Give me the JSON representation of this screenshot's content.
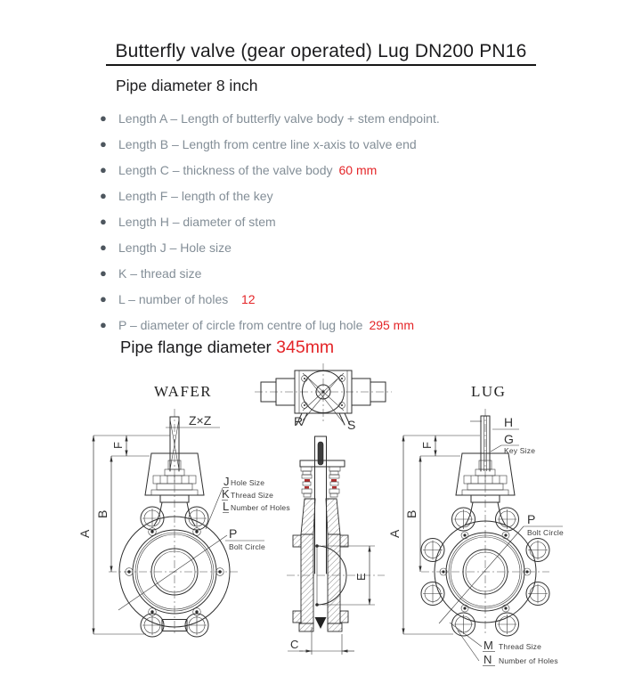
{
  "doc": {
    "title": "Butterfly valve (gear operated) Lug DN200 PN16",
    "subtitle": "Pipe diameter 8 inch",
    "flange": {
      "label": "Pipe flange diameter",
      "value": "345mm"
    }
  },
  "bullets": [
    {
      "text": "Length A – Length of butterfly valve body + stem endpoint.",
      "value": ""
    },
    {
      "text": "Length B – Length from centre line x-axis to valve end",
      "value": ""
    },
    {
      "text": "Length C – thickness of the valve body",
      "value": "60 mm"
    },
    {
      "text": "Length F – length of the key",
      "value": ""
    },
    {
      "text": "Length H – diameter of stem",
      "value": ""
    },
    {
      "text": "Length J – Hole size",
      "value": ""
    },
    {
      "text": "K – thread size",
      "value": ""
    },
    {
      "text": "L – number of holes",
      "value": "  12"
    },
    {
      "text": "P – diameter of circle from centre of lug hole",
      "value": "295 mm"
    }
  ],
  "drawing": {
    "topview": {
      "r": "R",
      "s": "S"
    },
    "wafer": {
      "title": "WAFER",
      "stem_label": "Z×Z",
      "dim_a": "A",
      "dim_b": "B",
      "dim_f": "F",
      "callout_j": {
        "key": "J",
        "text": "Hole Size"
      },
      "callout_k": {
        "key": "K",
        "text": "Thread Size"
      },
      "callout_l": {
        "key": "L",
        "text": "Number of Holes"
      },
      "bolt_circle": {
        "key": "P",
        "text": "Bolt Circle"
      }
    },
    "section": {
      "dim_e": "E",
      "dim_c": "C"
    },
    "lug": {
      "title": "LUG",
      "dim_a": "A",
      "dim_b": "B",
      "dim_f": "F",
      "dim_h": "H",
      "key_size": {
        "key": "G",
        "text": "Key Size"
      },
      "bolt_circle": {
        "key": "P",
        "text": "Bolt Circle"
      },
      "callout_m": {
        "key": "M",
        "text": "Thread Size"
      },
      "callout_n": {
        "key": "N",
        "text": "Number of Holes"
      }
    }
  },
  "colors": {
    "accent_red": "#e42528",
    "body_text_gray": "#838e97",
    "ink": "#1b1b1d",
    "line": "#2e2e2e"
  }
}
